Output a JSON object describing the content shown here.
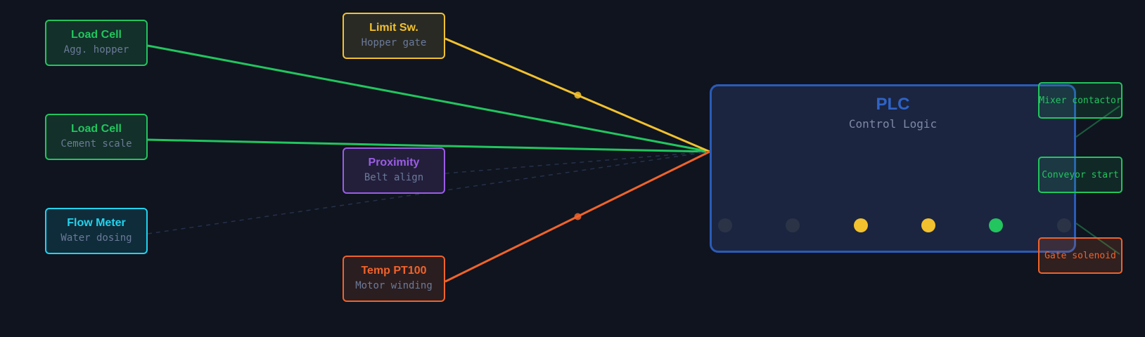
{
  "colors": {
    "green": "#22c55e",
    "yellow": "#f2c12e",
    "purple": "#9b5de5",
    "cyan": "#22d3ee",
    "orange": "#f0632a",
    "blue": "#2a5bb8",
    "dim": "#2b3446"
  },
  "sensors": [
    {
      "title": "Load Cell",
      "subtitle": "Agg. hopper",
      "color": "green",
      "wire": "solid"
    },
    {
      "title": "Load Cell",
      "subtitle": "Cement scale",
      "color": "green",
      "wire": "solid"
    },
    {
      "title": "Flow Meter",
      "subtitle": "Water dosing",
      "color": "cyan",
      "wire": "dashed"
    },
    {
      "title": "Limit Sw.",
      "subtitle": "Hopper gate",
      "color": "yellow",
      "wire": "solid-with-dot"
    },
    {
      "title": "Proximity",
      "subtitle": "Belt align",
      "color": "purple",
      "wire": "dashed"
    },
    {
      "title": "Temp PT100",
      "subtitle": "Motor winding",
      "color": "orange",
      "wire": "solid-with-dot"
    }
  ],
  "plc": {
    "title": "PLC",
    "subtitle": "Control Logic",
    "leds": [
      "dim",
      "dim",
      "yellow",
      "yellow",
      "green",
      "dim"
    ]
  },
  "outputs": [
    {
      "label": "Mixer contactor",
      "color": "green"
    },
    {
      "label": "Conveyor start",
      "color": "green"
    },
    {
      "label": "Gate solenoid",
      "color": "orange"
    }
  ]
}
